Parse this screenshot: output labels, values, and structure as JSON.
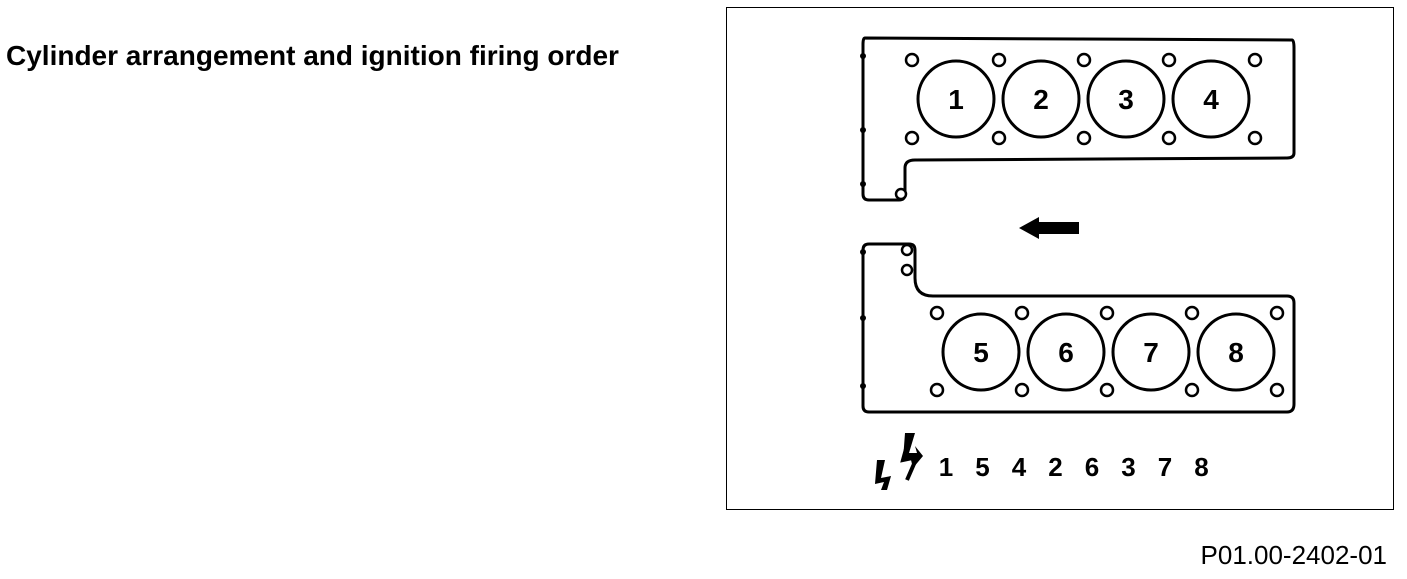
{
  "title": "Cylinder arrangement and ignition firing order",
  "reference": "P01.00-2402-01",
  "upper_bank": [
    "1",
    "2",
    "3",
    "4"
  ],
  "lower_bank": [
    "5",
    "6",
    "7",
    "8"
  ],
  "firing_order": [
    "1",
    "5",
    "4",
    "2",
    "6",
    "3",
    "7",
    "8"
  ],
  "icons": {
    "direction": "left-arrow-icon",
    "ignition": "lightning-bolt-icon"
  }
}
